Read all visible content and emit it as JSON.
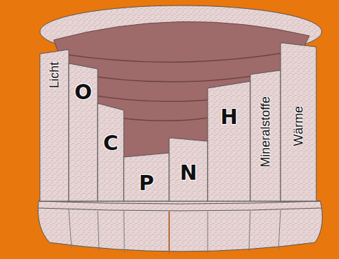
{
  "diagram": {
    "nodes": [
      {
        "text": [
          "Licht"
        ]
      },
      {
        "text": [
          "O"
        ]
      },
      {
        "text": [
          "C"
        ]
      },
      {
        "text": [
          "P"
        ]
      },
      {
        "text": [
          "N"
        ]
      },
      {
        "text": [
          "H"
        ]
      },
      {
        "text": [
          "Mineralstoffe"
        ]
      },
      {
        "text": [
          "Wärme"
        ]
      }
    ]
  }
}
